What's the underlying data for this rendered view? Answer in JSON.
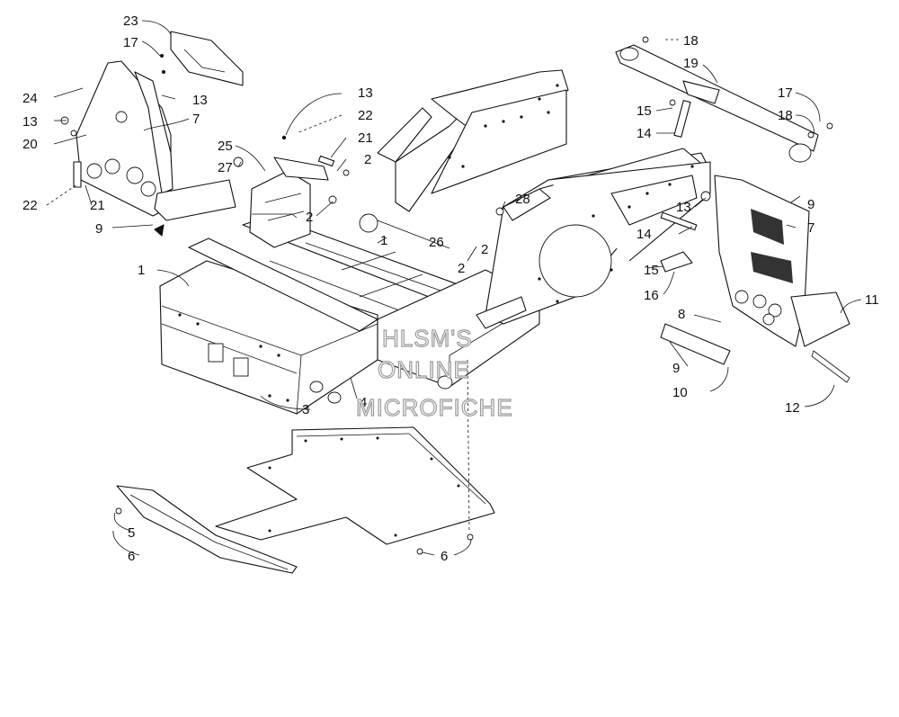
{
  "watermark": {
    "line1": "HLSM'S",
    "line2": "ONLINE",
    "line3": "MICROFICHE"
  },
  "callouts": [
    "23",
    "17",
    "24",
    "13",
    "13",
    "20",
    "7",
    "22",
    "21",
    "9",
    "25",
    "27",
    "13",
    "22",
    "21",
    "2",
    "2",
    "2",
    "28",
    "26",
    "1",
    "1",
    "2",
    "18",
    "19",
    "15",
    "14",
    "17",
    "18",
    "13",
    "9",
    "7",
    "14",
    "15",
    "16",
    "8",
    "11",
    "9",
    "10",
    "12",
    "4",
    "3",
    "5",
    "6",
    "6"
  ]
}
